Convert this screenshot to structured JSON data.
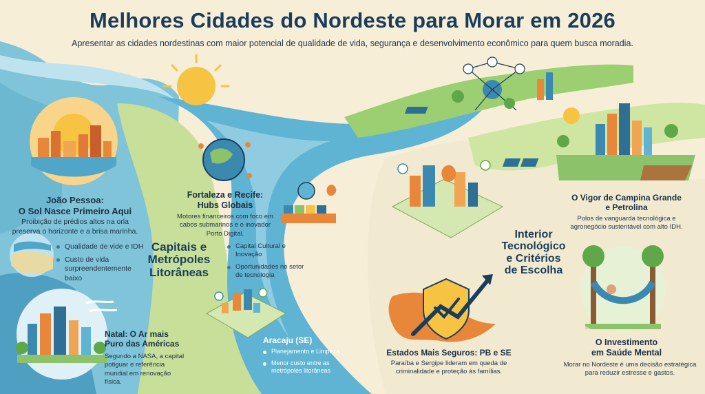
{
  "header": {
    "title": "Melhores Cidades do Nordeste para Morar em 2026",
    "subtitle": "Apresentar as cidades nordestinas com maior potencial de qualidade de vida, segurança e desenvolvimento econômico para quem busca moradia."
  },
  "joao_pessoa": {
    "title_line1": "João Pessoa:",
    "title_line2": "O Sol Nasce Primeiro Aqui",
    "body": "Proibição de prédios altos na orla preserva o horizonte e a brisa marinha.",
    "bullets": [
      "Qualidade de vide e IDH",
      "Custo de vida surpreendentemente baixo"
    ]
  },
  "natal": {
    "title": "Natal: O Ar mais Puro das Américas",
    "body": "Segundo a NASA, a capital potiguar e referência mundial em renovação física."
  },
  "fortaleza_recife": {
    "title_line1": "Fortaleza e Recife:",
    "title_line2": "Hubs Globais",
    "body": "Motores financeiros com foco em cabos submarinos e o inovador Porto Digital.",
    "bullets": [
      "Capital Cultural e Inovação",
      "Oportunidades no setor de tecnologia"
    ]
  },
  "capitais": {
    "line1": "Capitais e",
    "line2": "Metrópoles",
    "line3": "Litorâneas"
  },
  "aracaju": {
    "title": "Aracaju (SE)",
    "bullets": [
      "Planejamento e Limpeza",
      "Menor custo entre as metrópoles litorâneas"
    ]
  },
  "interior": {
    "line1": "Interior",
    "line2": "Tecnológico",
    "line3": "e Critérios",
    "line4": "de Escolha"
  },
  "estados": {
    "title": "Estados Mais Seguros: PB e SE",
    "body": "Paraíba e Sergipe lideram em queda de criminalidade e proteção às famílias."
  },
  "campina": {
    "title_line1": "O Vigor de Campina Grande",
    "title_line2": "e Petrolina",
    "body": "Polos de vanguarda tecnológica e agronegócio sustentável com alto IDH."
  },
  "saude": {
    "title_line1": "O Investimento",
    "title_line2": "em Saúde Mental",
    "body": "Morar no Nordeste é uma decisão estratégica para reduzir estresse e gastos."
  },
  "colors": {
    "river": "#4fa6c8",
    "river_light": "#9fd4e6",
    "green": "#8cc36a",
    "cream": "#f7eed8",
    "navy": "#1b3d5c",
    "orange": "#e8873a",
    "sun": "#f6c343"
  }
}
